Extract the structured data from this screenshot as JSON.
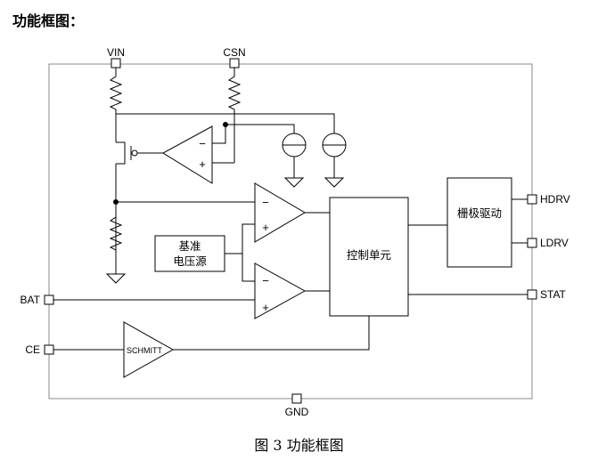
{
  "heading": "功能框图：",
  "caption": "图 3  功能框图",
  "pins": {
    "vin": "VIN",
    "csn": "CSN",
    "hdrv": "HDRV",
    "ldrv": "LDRV",
    "stat": "STAT",
    "bat": "BAT",
    "ce": "CE",
    "gnd": "GND"
  },
  "blocks": {
    "reference_line1": "基准",
    "reference_line2": "电压源",
    "control_unit": "控制单元",
    "gate_driver": "栅极驱动",
    "schmitt": "SCHMITT"
  },
  "opamp_signs": {
    "minus": "−",
    "plus": "+"
  }
}
